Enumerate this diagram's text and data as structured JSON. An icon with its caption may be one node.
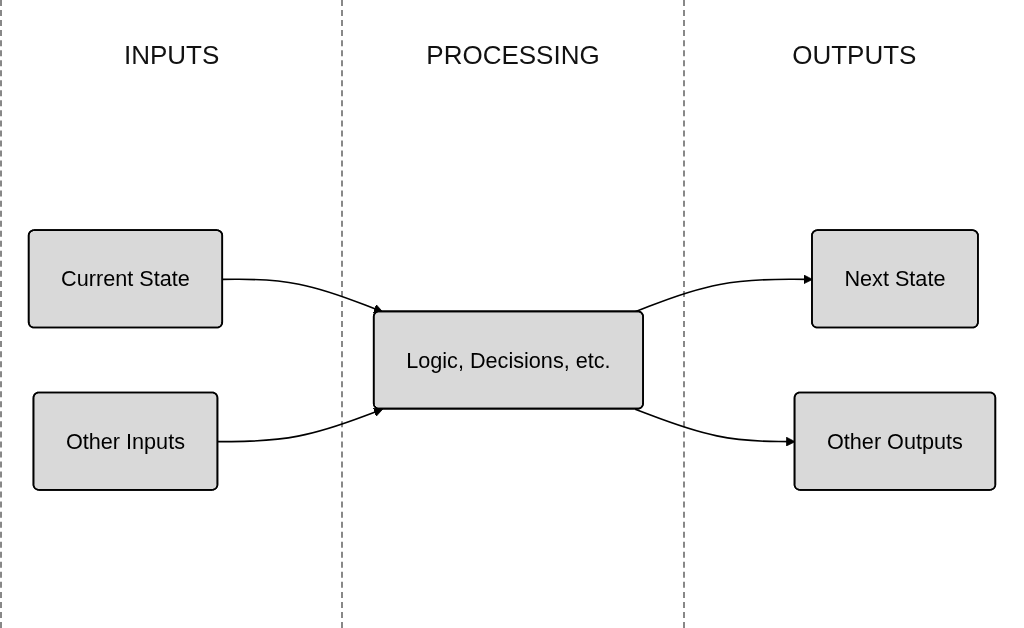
{
  "diagram": {
    "nodes": [
      {
        "text": [
          "Current State"
        ]
      },
      {
        "text": [
          "Other Inputs"
        ]
      },
      {
        "text": [
          "Logic, Decisions, etc."
        ]
      },
      {
        "text": [
          "Next State"
        ]
      },
      {
        "text": [
          "Other Outputs"
        ]
      }
    ],
    "edges": [
      {
        "from": 0,
        "to": 2,
        "arrow": "to"
      },
      {
        "from": 1,
        "to": 2,
        "arrow": "to"
      },
      {
        "from": 2,
        "to": 3,
        "arrow": "to"
      },
      {
        "from": 2,
        "to": 4,
        "arrow": "to"
      }
    ],
    "labels": [
      "INPUTS",
      "PROCESSING",
      "OUTPUTS"
    ]
  }
}
